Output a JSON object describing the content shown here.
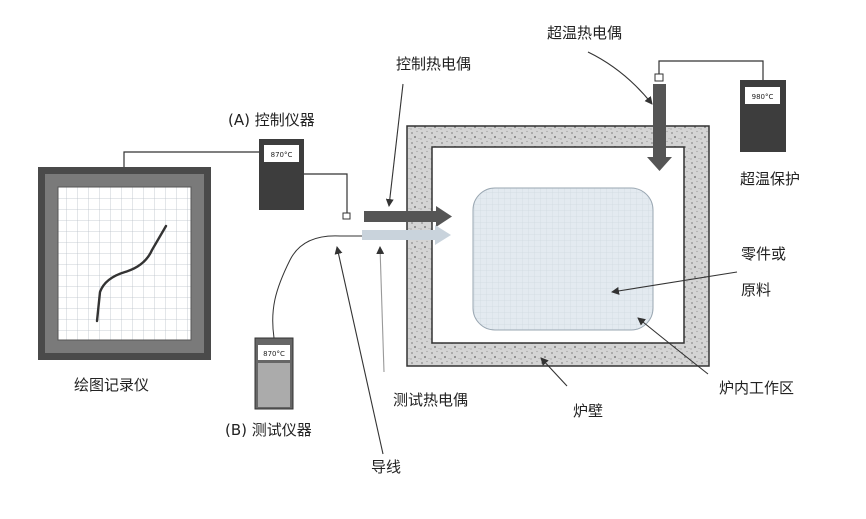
{
  "labels": {
    "control_instrument": "(A) 控制仪器",
    "control_thermocouple": "控制热电偶",
    "overtemp_thermocouple": "超温热电偶",
    "overtemp_protection": "超温保护",
    "chart_recorder": "绘图记录仪",
    "test_instrument": "(B) 测试仪器",
    "test_thermocouple": "测试热电偶",
    "lead_wire": "导线",
    "furnace_wall": "炉壁",
    "work_zone": "炉内工作区",
    "part_line1": "零件或",
    "part_line2": "原料"
  },
  "readouts": {
    "control": "870°C",
    "overtemp": "980°C",
    "test": "870°C"
  },
  "colors": {
    "line": "#333333",
    "frame_dark": "#4a4a4a",
    "frame_mid": "#7a7a7a",
    "insulation": "#d2d2d2",
    "work_zone_fill": "#e4ecf2",
    "probe_dark": "#555555",
    "probe_light": "#c9d3dc",
    "meter_body": "#3d3d3d"
  }
}
